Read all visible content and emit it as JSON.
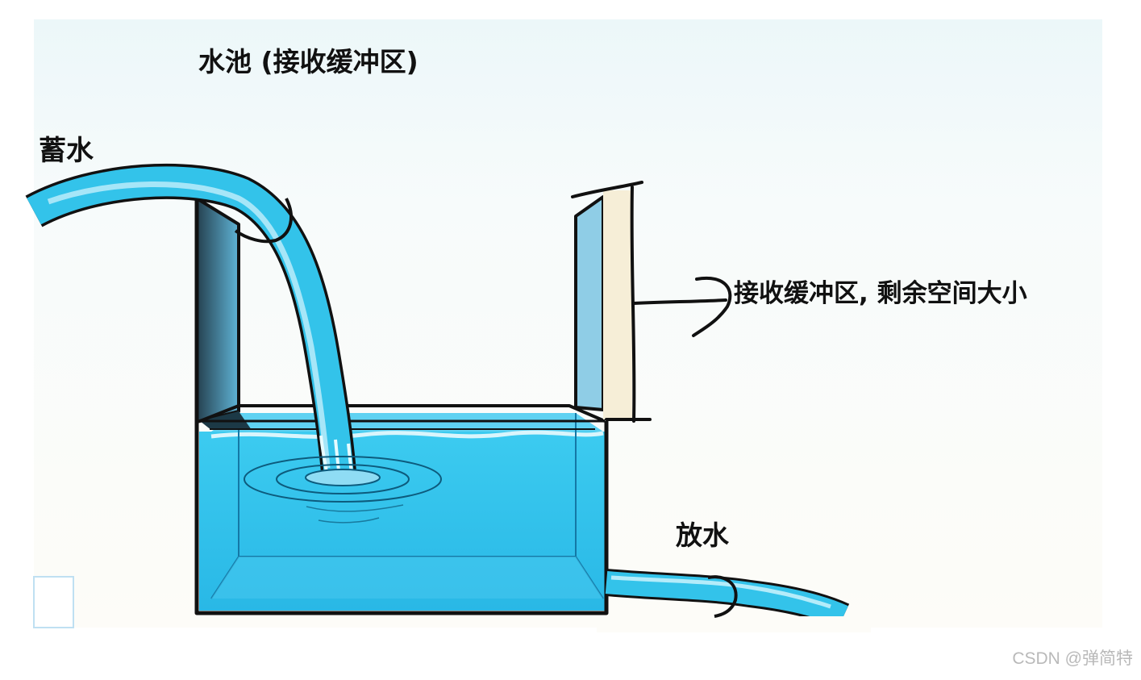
{
  "labels": {
    "pool": "水池 (接收缓冲区)",
    "store": "蓄水",
    "space": "接收缓冲区, 剩余空间大小",
    "release": "放水"
  },
  "watermark": "CSDN @弹简特",
  "colors": {
    "water": "#33c3ea",
    "water_dark": "#1a9fd0",
    "water_light": "#8fdcf4",
    "outline": "#111111",
    "panel_fill": "#f6eed7",
    "background_tint": "#eef8fa"
  }
}
